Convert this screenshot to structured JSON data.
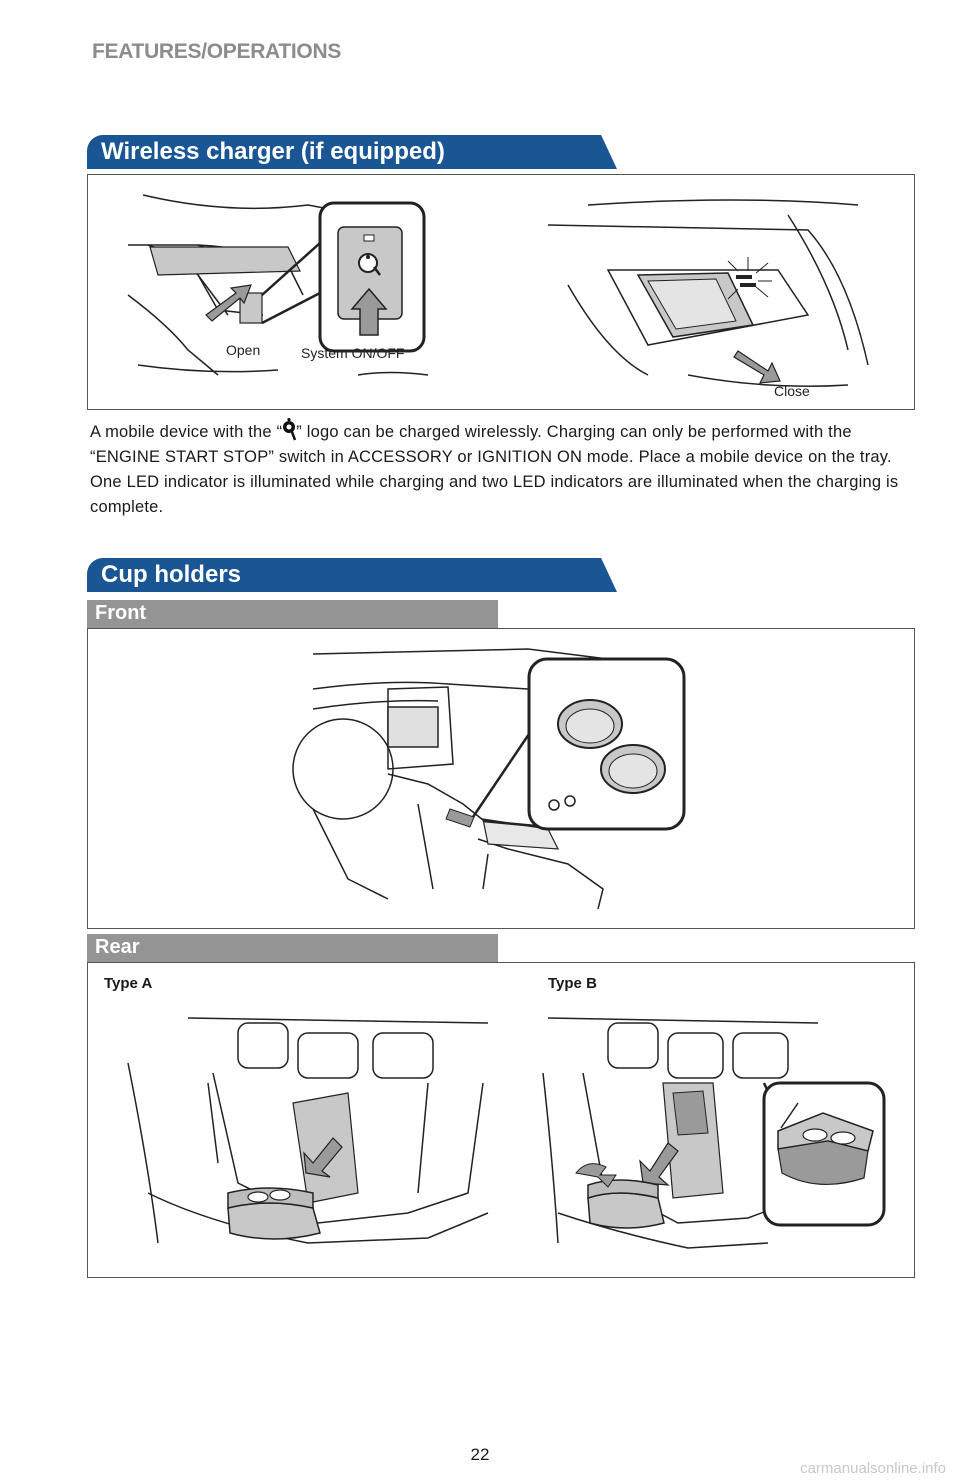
{
  "header": {
    "section": "FEATURES/OPERATIONS"
  },
  "wireless": {
    "title": "Wireless charger (if equipped)",
    "labels": {
      "open": "Open",
      "system": "System ON/OFF",
      "close": "Close"
    },
    "text_before_logo": "A mobile device with the “",
    "text_after_logo": "” logo can be charged wirelessly. Charging can only be performed with the “ENGINE START STOP” switch in ACCESSORY or IGNITION ON mode. Place a mobile device on the tray. One LED indicator is illuminated while charging and two LED indicators are illuminated when the charging is complete."
  },
  "cup_holders": {
    "title": "Cup holders",
    "front_label": "Front",
    "rear_label": "Rear",
    "type_a": "Type A",
    "type_b": "Type B"
  },
  "footer": {
    "page_number": "22",
    "watermark": "carmanualsonline.info"
  },
  "colors": {
    "tab_blue": "#1a5694",
    "subtab_gray": "#949494",
    "header_gray": "#8c8c8c",
    "highlight_gray": "#c8c8c8"
  }
}
